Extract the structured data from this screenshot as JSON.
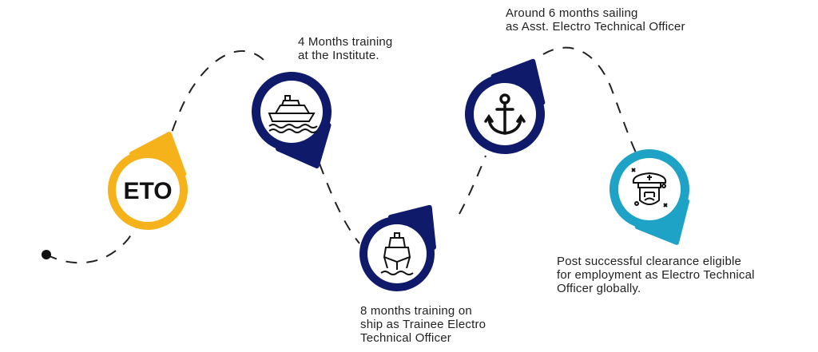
{
  "colors": {
    "yellow": "#f6b21a",
    "navy": "#0f1a6b",
    "teal": "#1ea3c6",
    "path": "#222222"
  },
  "steps": [
    {
      "id": "eto",
      "badge_text": "ETO",
      "icon": "eto-text-badge"
    },
    {
      "id": "institute",
      "icon": "cruise-ship-waves-icon",
      "caption": [
        "4 Months training",
        "at the Institute."
      ]
    },
    {
      "id": "ship-training",
      "icon": "ship-front-icon",
      "caption": [
        "8 months training on",
        "ship as Trainee Electro",
        "Technical Officer"
      ]
    },
    {
      "id": "sailing",
      "icon": "anchor-icon",
      "caption": [
        "Around 6 months sailing",
        "as Asst. Electro Technical Officer"
      ]
    },
    {
      "id": "officer",
      "icon": "captain-icon",
      "caption": [
        "Post successful clearance eligible",
        "for employment as Electro Technical",
        "Officer globally."
      ]
    }
  ]
}
